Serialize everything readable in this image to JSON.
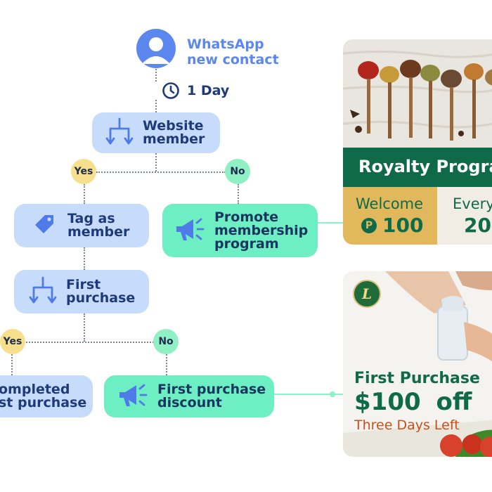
{
  "trigger": {
    "line1": "WhatsApp",
    "line2": "new contact"
  },
  "delay": {
    "label": "1 Day"
  },
  "nodes": {
    "website_member": {
      "line1": "Website",
      "line2": "member"
    },
    "tag_member": {
      "line1": "Tag as",
      "line2": "member"
    },
    "promote": {
      "line1": "Promote",
      "line2": "membership",
      "line3": "program"
    },
    "first_purchase": {
      "line1": "First",
      "line2": "purchase"
    },
    "completed": {
      "line1": "ompleted",
      "line2": "st purchase"
    },
    "discount": {
      "line1": "First purchase",
      "line2": "discount"
    }
  },
  "branches": {
    "yes": "Yes",
    "no": "No"
  },
  "card_royalty": {
    "title": "Royalty Progra",
    "welcome_label": "Welcome",
    "points_icon": "P",
    "points_value": "100",
    "every_label": "Every",
    "every_value": "20"
  },
  "card_purchase": {
    "logo_letter": "L",
    "headline": "First Purchase",
    "amount": "$100",
    "off": "off",
    "subline": "Three Days Left"
  },
  "colors": {
    "node_blue": "#c7dcfb",
    "node_green": "#6eefc3",
    "text_navy": "#1f3a78",
    "accent_blue": "#5b87ee",
    "royalty_green": "#0f6a4a",
    "gold": "#e1b95c",
    "orange": "#c8501d"
  }
}
